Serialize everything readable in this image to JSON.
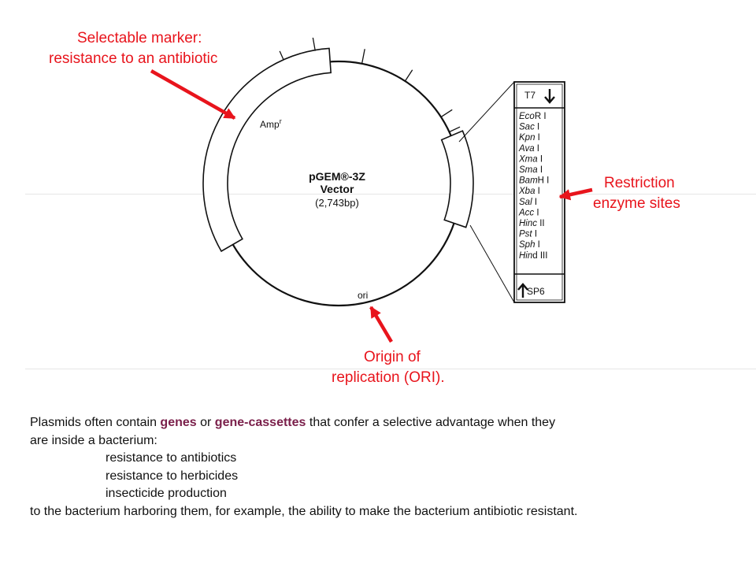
{
  "diagram": {
    "vector_name": "pGEM®-3Z",
    "vector_word": "Vector",
    "vector_size": "(2,743bp)",
    "amp_label": "Amp",
    "amp_superscript": "r",
    "ori_label": "ori",
    "promoter_top": "T7",
    "promoter_bottom": "SP6",
    "restriction_sites": [
      {
        "italic": "Eco",
        "plain": "R I"
      },
      {
        "italic": "Sac",
        "plain": " I"
      },
      {
        "italic": "Kpn",
        "plain": " I"
      },
      {
        "italic": "Ava",
        "plain": " I"
      },
      {
        "italic": "Xma",
        "plain": " I"
      },
      {
        "italic": "Sma",
        "plain": " I"
      },
      {
        "italic": "Bam",
        "plain": "H I"
      },
      {
        "italic": "Xba",
        "plain": " I"
      },
      {
        "italic": "Sal",
        "plain": " I"
      },
      {
        "italic": "Acc",
        "plain": " I"
      },
      {
        "italic": "Hinc",
        "plain": " II"
      },
      {
        "italic": "Pst",
        "plain": " I"
      },
      {
        "italic": "Sph",
        "plain": " I"
      },
      {
        "italic": "Hin",
        "plain": "d III"
      }
    ]
  },
  "annotations": {
    "marker_line1": "Selectable marker:",
    "marker_line2": "resistance to an antibiotic",
    "restriction_line1": "Restriction",
    "restriction_line2": "enzyme sites",
    "origin_line1": "Origin of",
    "origin_line2": "replication (ORI)."
  },
  "caption": {
    "line1_a": "Plasmids often contain ",
    "line1_genes": "genes",
    "line1_b": " or ",
    "line1_cassettes": "gene-cassettes",
    "line1_c": " that confer a selective advantage when they",
    "line2": "are inside a bacterium:",
    "item1": "resistance to antibiotics",
    "item2": "resistance to herbicides",
    "item3": "insecticide production",
    "line6": "to the bacterium harboring them, for example, the ability to make the bacterium antibiotic resistant."
  },
  "colors": {
    "annotation": "#e8141c",
    "highlight": "#7a1f4a",
    "ink": "#111111"
  }
}
